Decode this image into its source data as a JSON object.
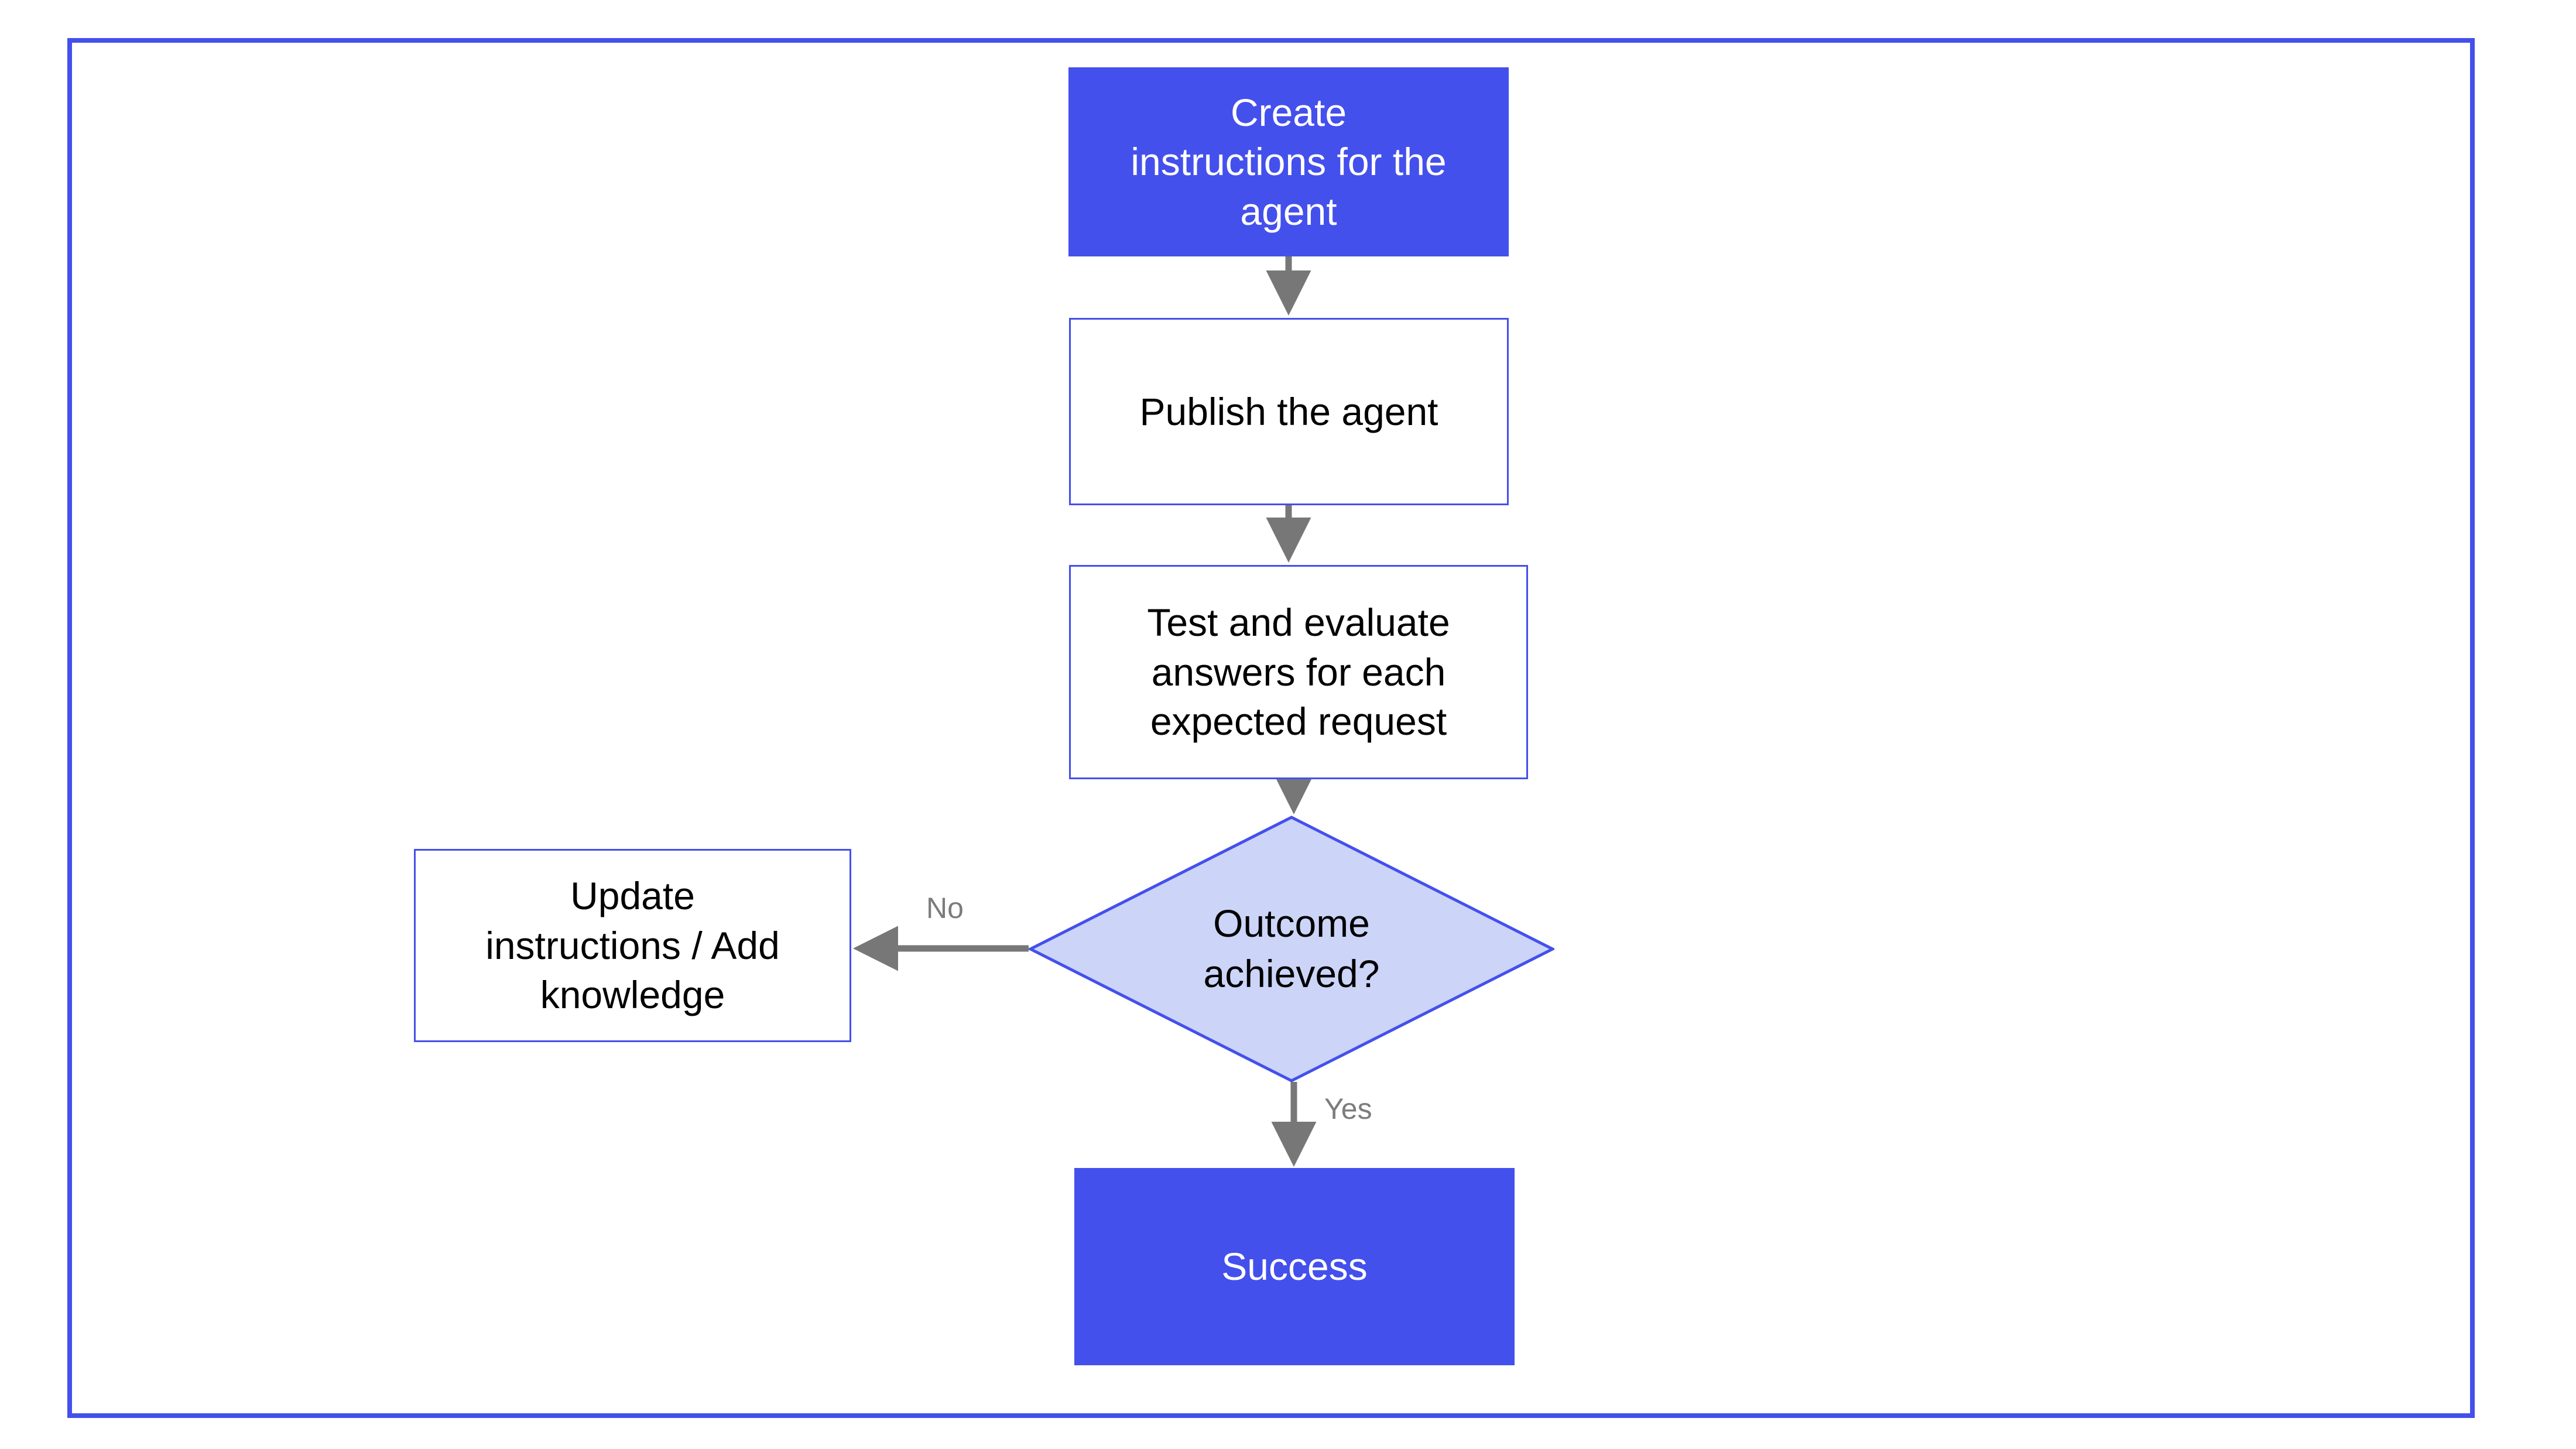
{
  "diagram": {
    "type": "flowchart",
    "title": "",
    "orientation": "top-to-bottom",
    "colors": {
      "brand_blue": "#4450EC",
      "decision_fill": "#CCD4F7",
      "decision_border": "#4450EC",
      "node_border": "#4450EC",
      "connector_gray": "#777777",
      "edge_label_gray": "#7C7C7C",
      "filled_text": "#FFFFFF",
      "outlined_text": "#000000",
      "canvas_background": "#FFFFFF",
      "frame_border": "#4450EC"
    },
    "nodes": [
      {
        "id": "create",
        "shape": "rectangle",
        "style": "filled",
        "label": "Create\ninstructions for the\nagent"
      },
      {
        "id": "publish",
        "shape": "rectangle",
        "style": "outlined",
        "label": "Publish the agent"
      },
      {
        "id": "test",
        "shape": "rectangle",
        "style": "outlined",
        "label": "Test and evaluate\nanswers for each\nexpected request"
      },
      {
        "id": "decision",
        "shape": "diamond",
        "style": "decision",
        "label": "Outcome\nachieved?"
      },
      {
        "id": "update",
        "shape": "rectangle",
        "style": "outlined",
        "label": "Update\ninstructions / Add\nknowledge"
      },
      {
        "id": "success",
        "shape": "rectangle",
        "style": "filled",
        "label": "Success"
      }
    ],
    "edges": [
      {
        "id": "create-to-publish",
        "from": "create",
        "to": "publish",
        "label": "",
        "direction": "down"
      },
      {
        "id": "publish-to-test",
        "from": "publish",
        "to": "test",
        "label": "",
        "direction": "down"
      },
      {
        "id": "test-to-decision",
        "from": "test",
        "to": "decision",
        "label": "",
        "direction": "down"
      },
      {
        "id": "decision-to-update",
        "from": "decision",
        "to": "update",
        "label": "No",
        "direction": "left"
      },
      {
        "id": "decision-to-success",
        "from": "decision",
        "to": "success",
        "label": "Yes",
        "direction": "down"
      }
    ]
  }
}
